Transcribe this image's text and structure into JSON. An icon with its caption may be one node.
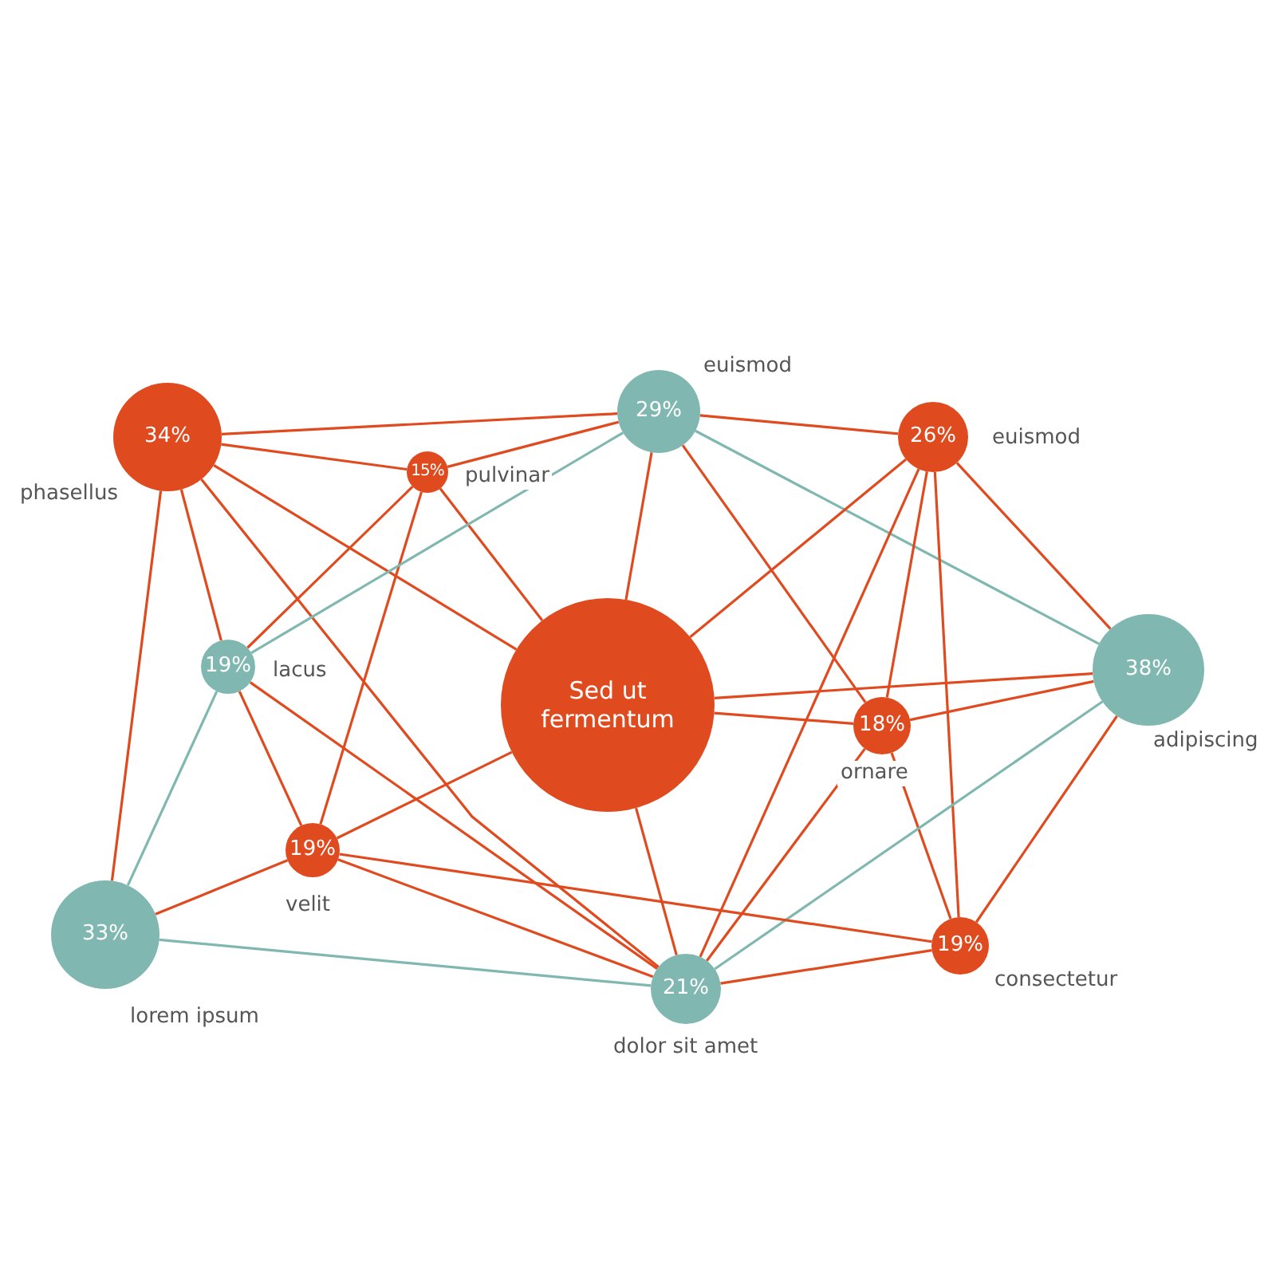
{
  "diagram": {
    "nodes": [
      {
        "text": [
          "34%"
        ],
        "beside": [
          "phasellus"
        ]
      },
      {
        "text": [
          "29%"
        ],
        "beside": [
          "euismod"
        ]
      },
      {
        "text": [
          "15%"
        ],
        "beside": [
          "pulvinar"
        ]
      },
      {
        "text": [
          "26%"
        ],
        "beside": [
          "euismod"
        ]
      },
      {
        "text": [
          "19%"
        ],
        "beside": [
          "lacus"
        ]
      },
      {
        "text": [
          "Sed ut fermentum"
        ]
      },
      {
        "text": [
          "18%"
        ],
        "beside": [
          "ornare"
        ]
      },
      {
        "text": [
          "38%"
        ],
        "beside": [
          "adipiscing"
        ]
      },
      {
        "text": [
          "19%"
        ],
        "beside": [
          "velit"
        ]
      },
      {
        "text": [
          "33%"
        ],
        "beside": [
          "lorem ipsum"
        ]
      },
      {
        "text": [
          "21%"
        ],
        "beside": [
          "dolor sit amet"
        ]
      },
      {
        "text": [
          "19%"
        ],
        "beside": [
          "consectetur"
        ]
      }
    ],
    "edges": [
      {
        "from": 0,
        "to": 1,
        "arrow": "none"
      },
      {
        "from": 0,
        "to": 2,
        "arrow": "none"
      },
      {
        "from": 0,
        "to": 4,
        "arrow": "none"
      },
      {
        "from": 0,
        "to": 9,
        "arrow": "none"
      },
      {
        "from": 0,
        "to": 5,
        "arrow": "none"
      },
      {
        "from": 0,
        "to": 10,
        "arrow": "none"
      },
      {
        "from": 2,
        "to": 1,
        "arrow": "none"
      },
      {
        "from": 2,
        "to": 4,
        "arrow": "none"
      },
      {
        "from": 2,
        "to": 8,
        "arrow": "none"
      },
      {
        "from": 2,
        "to": 5,
        "arrow": "none"
      },
      {
        "from": 1,
        "to": 4,
        "arrow": "none",
        "color": "#80b8b1"
      },
      {
        "from": 1,
        "to": 5,
        "arrow": "none"
      },
      {
        "from": 1,
        "to": 6,
        "arrow": "none"
      },
      {
        "from": 1,
        "to": 3,
        "arrow": "none"
      },
      {
        "from": 1,
        "to": 7,
        "arrow": "none",
        "color": "#80b8b1"
      },
      {
        "from": 3,
        "to": 5,
        "arrow": "none"
      },
      {
        "from": 3,
        "to": 10,
        "arrow": "none"
      },
      {
        "from": 3,
        "to": 6,
        "arrow": "none"
      },
      {
        "from": 3,
        "to": 11,
        "arrow": "none"
      },
      {
        "from": 3,
        "to": 7,
        "arrow": "none"
      },
      {
        "from": 4,
        "to": 9,
        "arrow": "none",
        "color": "#80b8b1"
      },
      {
        "from": 4,
        "to": 8,
        "arrow": "none"
      },
      {
        "from": 4,
        "to": 10,
        "arrow": "none"
      },
      {
        "from": 5,
        "to": 7,
        "arrow": "none"
      },
      {
        "from": 5,
        "to": 6,
        "arrow": "none"
      },
      {
        "from": 5,
        "to": 8,
        "arrow": "none"
      },
      {
        "from": 5,
        "to": 10,
        "arrow": "none"
      },
      {
        "from": 6,
        "to": 7,
        "arrow": "none"
      },
      {
        "from": 6,
        "to": 11,
        "arrow": "none"
      },
      {
        "from": 6,
        "to": 10,
        "arrow": "none"
      },
      {
        "from": 7,
        "to": 10,
        "arrow": "none",
        "color": "#80b8b1"
      },
      {
        "from": 7,
        "to": 11,
        "arrow": "none"
      },
      {
        "from": 8,
        "to": 9,
        "arrow": "none"
      },
      {
        "from": 8,
        "to": 10,
        "arrow": "none"
      },
      {
        "from": 8,
        "to": 11,
        "arrow": "none"
      },
      {
        "from": 9,
        "to": 10,
        "arrow": "none",
        "color": "#80b8b1"
      },
      {
        "from": 10,
        "to": 11,
        "arrow": "none"
      }
    ]
  }
}
